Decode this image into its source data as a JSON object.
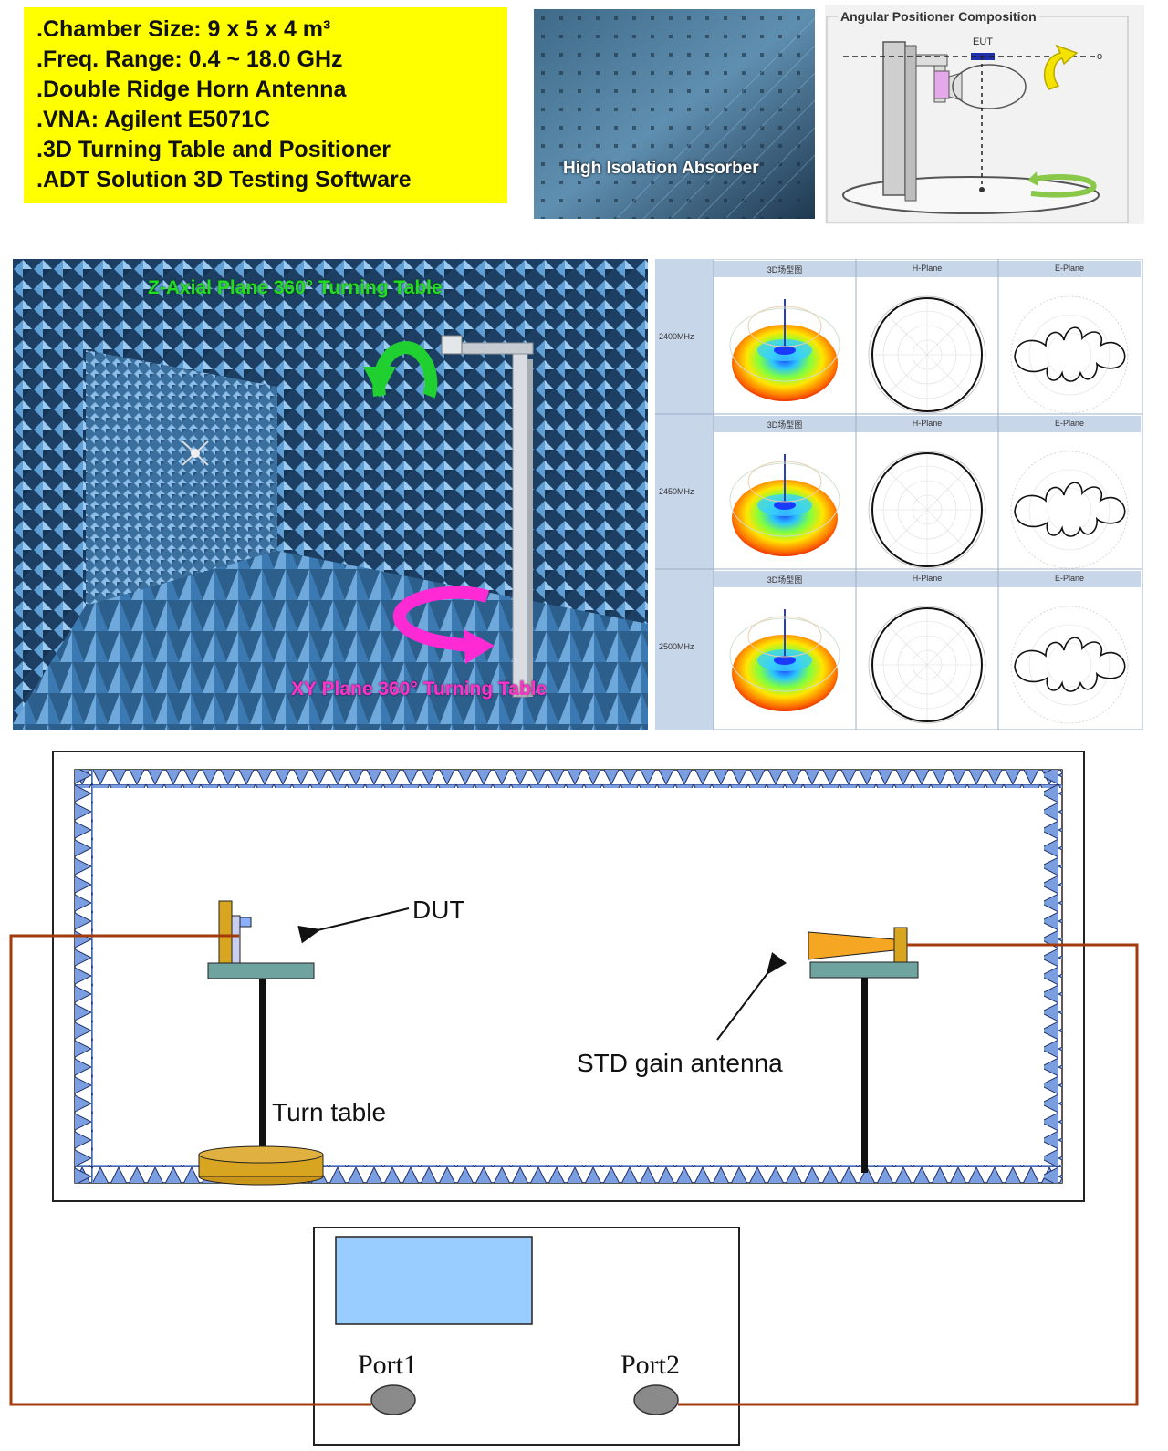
{
  "specs": {
    "items": [
      ".Chamber Size: 9 x 5 x 4 m³",
      ".Freq. Range: 0.4 ~ 18.0 GHz",
      ".Double Ridge Horn Antenna",
      ".VNA: Agilent E5071C",
      ".3D Turning Table and Positioner",
      ".ADT Solution 3D Testing Software"
    ]
  },
  "absorber_photo": {
    "caption": "High Isolation Absorber"
  },
  "positioner": {
    "title": "Angular Positioner Composition",
    "eut_label": "EUT"
  },
  "chamber_photo": {
    "z_label": "Z-Axial Plane 360° Turning Table",
    "xy_label": "XY Plane 360° Turning Table"
  },
  "results": {
    "columns": [
      "3D场型图",
      "H-Plane",
      "E-Plane"
    ],
    "rows": [
      {
        "freq": "2400MHz"
      },
      {
        "freq": "2450MHz"
      },
      {
        "freq": "2500MHz"
      }
    ]
  },
  "setup": {
    "dut_label": "DUT",
    "std_label": "STD gain antenna",
    "turntable_label": "Turn table",
    "port1_label": "Port1",
    "port2_label": "Port2"
  },
  "colors": {
    "spec_bg": "#ffff00",
    "absorber_blue": "#6f9bd8",
    "cable": "#a33a0b",
    "turntable": "#d8a520",
    "platform": "#6fa3a0",
    "horn": "#f5a623",
    "vna_screen": "#99ccff"
  }
}
